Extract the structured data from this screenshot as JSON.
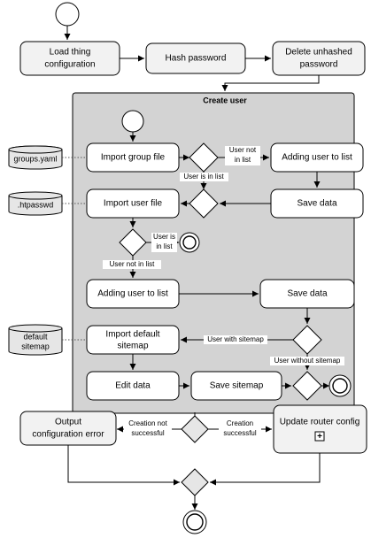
{
  "nodes": {
    "load_config": [
      "Load thing",
      "configuration"
    ],
    "hash_password": "Hash password",
    "delete_unhashed": [
      "Delete unhashed",
      "password"
    ],
    "create_user": "Create user",
    "import_group_file": "Import group file",
    "adding_user_1": "Adding user to list",
    "save_data_1": "Save data",
    "import_user_file": "Import user file",
    "adding_user_2": "Adding user to list",
    "save_data_2": "Save data",
    "import_default_sitemap": [
      "Import default",
      "sitemap"
    ],
    "edit_data": "Edit data",
    "save_sitemap": "Save sitemap",
    "output_error": [
      "Output",
      "configuration error"
    ],
    "update_router": "Update router config",
    "expand_symbol": "+"
  },
  "files": {
    "groups": "groups.yaml",
    "htpasswd": ".htpasswd",
    "sitemap": [
      "default",
      "sitemap"
    ]
  },
  "guards": {
    "user_not_in_list_1": [
      "User not",
      "in list"
    ],
    "user_is_in_list_1": "User is in list",
    "user_is_in_list_2": [
      "User is",
      "in list"
    ],
    "user_not_in_list_2": "User not in list",
    "user_with_sitemap": "User with sitemap",
    "user_without_sitemap": "User without sitemap",
    "creation_not_successful": [
      "Creation not",
      "successful"
    ],
    "creation_successful": [
      "Creation",
      "successful"
    ]
  }
}
